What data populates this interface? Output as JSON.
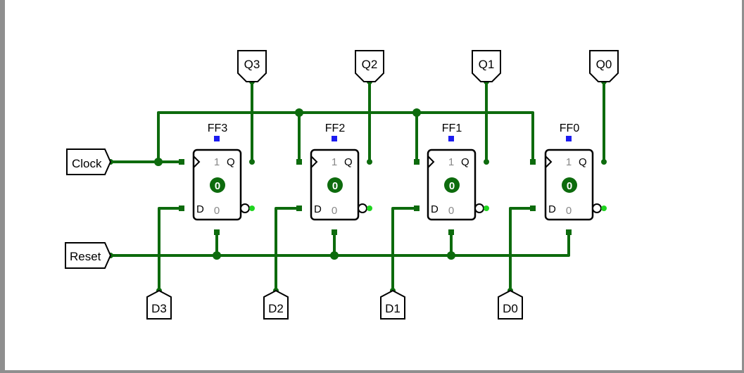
{
  "colors": {
    "wire": "#0d6b0d",
    "wire_lit": "#1fd41f",
    "port_blue": "#1c1cf0",
    "state_fill": "#0d6b0d",
    "pin_label": "#888888",
    "component_stroke": "#000000"
  },
  "inputs": {
    "clock": "Clock",
    "reset": "Reset",
    "d3": "D3",
    "d2": "D2",
    "d1": "D1",
    "d0": "D0"
  },
  "outputs": {
    "q3": "Q3",
    "q2": "Q2",
    "q1": "Q1",
    "q0": "Q0"
  },
  "flipflops": [
    {
      "name": "FF3",
      "state": "0",
      "set_pin": "1",
      "reset_pin": "0",
      "q_label": "Q",
      "d_label": "D"
    },
    {
      "name": "FF2",
      "state": "0",
      "set_pin": "1",
      "reset_pin": "0",
      "q_label": "Q",
      "d_label": "D"
    },
    {
      "name": "FF1",
      "state": "0",
      "set_pin": "1",
      "reset_pin": "0",
      "q_label": "Q",
      "d_label": "D"
    },
    {
      "name": "FF0",
      "state": "0",
      "set_pin": "1",
      "reset_pin": "0",
      "q_label": "Q",
      "d_label": "D"
    }
  ]
}
